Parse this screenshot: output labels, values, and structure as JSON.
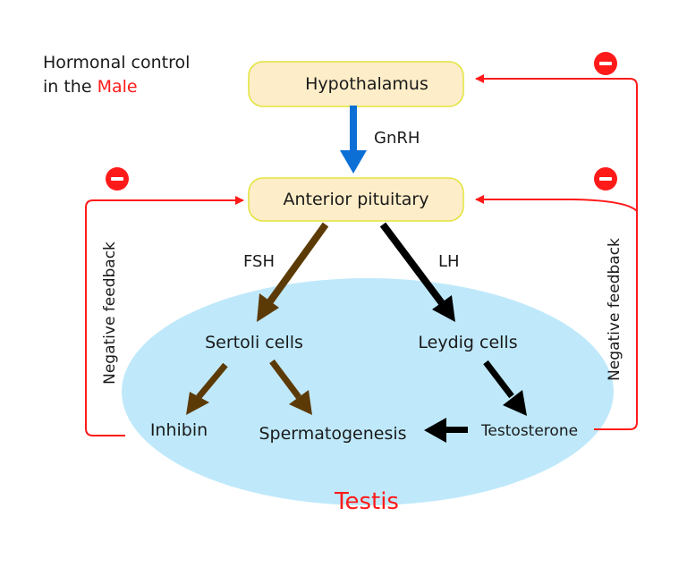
{
  "title": {
    "line1": "Hormonal control",
    "line2_prefix": "in the ",
    "line2_highlight": "Male"
  },
  "nodes": {
    "hypothalamus": "Hypothalamus",
    "anterior_pituitary": "Anterior pituitary",
    "sertoli": "Sertoli cells",
    "leydig": "Leydig cells",
    "inhibin": "Inhibin",
    "spermatogenesis": "Spermatogenesis",
    "testosterone": "Testosterone",
    "testis": "Testis"
  },
  "hormones": {
    "gnrh": "GnRH",
    "fsh": "FSH",
    "lh": "LH"
  },
  "feedback": {
    "left_label": "Negative feedback",
    "right_label": "Negative feedback",
    "inhibit_symbol": "minus-icon"
  },
  "colors": {
    "accent_red": "#ff1a1a",
    "box_fill": "#fdedc8",
    "box_stroke": "#e3e33a",
    "testis_fill": "#bfe9fb",
    "gnrh_arrow": "#0b6fd6",
    "fsh_arrow": "#5c3a06",
    "lh_arrow": "#000000"
  }
}
